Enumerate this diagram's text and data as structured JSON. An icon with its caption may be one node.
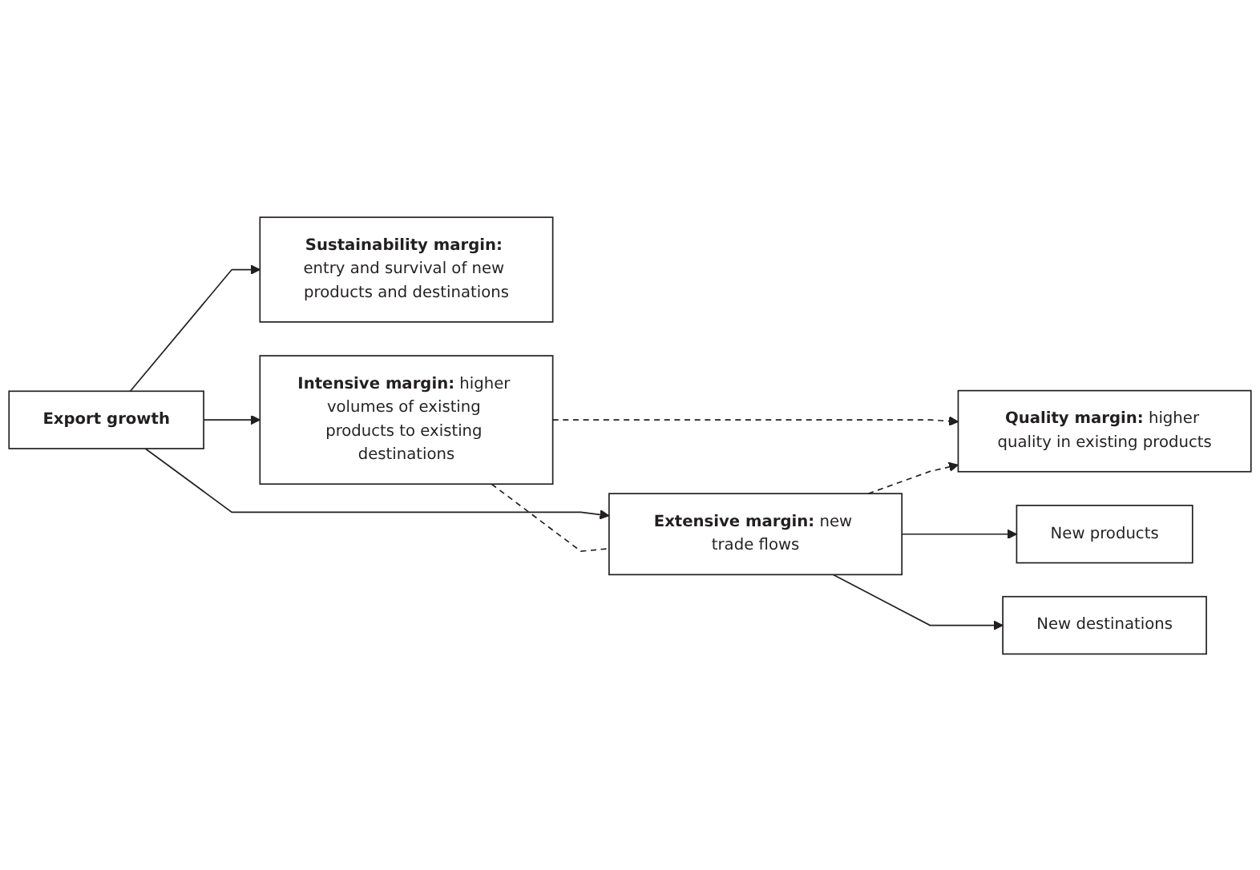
{
  "diagram": {
    "nodes": [
      {
        "text": [
          "**Intensive margin:** higher volumes of existing products to existing destinations"
        ]
      },
      {
        "text": [
          "**Quality margin:** higher quality in existing products"
        ]
      },
      {
        "text": [
          "Export growth"
        ]
      },
      {
        "text": [
          "**Extensive margin:** new trade flows"
        ]
      },
      {
        "text": [
          "New products"
        ]
      },
      {
        "text": [
          "New destinations"
        ]
      },
      {
        "text": [
          "**Sustainability margin:** entry and survival of new products and destinations"
        ]
      }
    ],
    "edges": [
      {
        "from": 2,
        "to": 0,
        "arrow": "to"
      },
      {
        "from": 2,
        "to": 3,
        "arrow": "to"
      },
      {
        "from": 2,
        "to": 6,
        "arrow": "to"
      },
      {
        "from": 0,
        "to": 3,
        "arrow": "none",
        "style": "dashed"
      },
      {
        "from": 0,
        "to": 1,
        "arrow": "to",
        "style": "dashed"
      },
      {
        "from": 3,
        "to": 1,
        "arrow": "to",
        "style": "dashed"
      },
      {
        "from": 3,
        "to": 4,
        "arrow": "to"
      },
      {
        "from": 3,
        "to": 5,
        "arrow": "to"
      }
    ]
  }
}
